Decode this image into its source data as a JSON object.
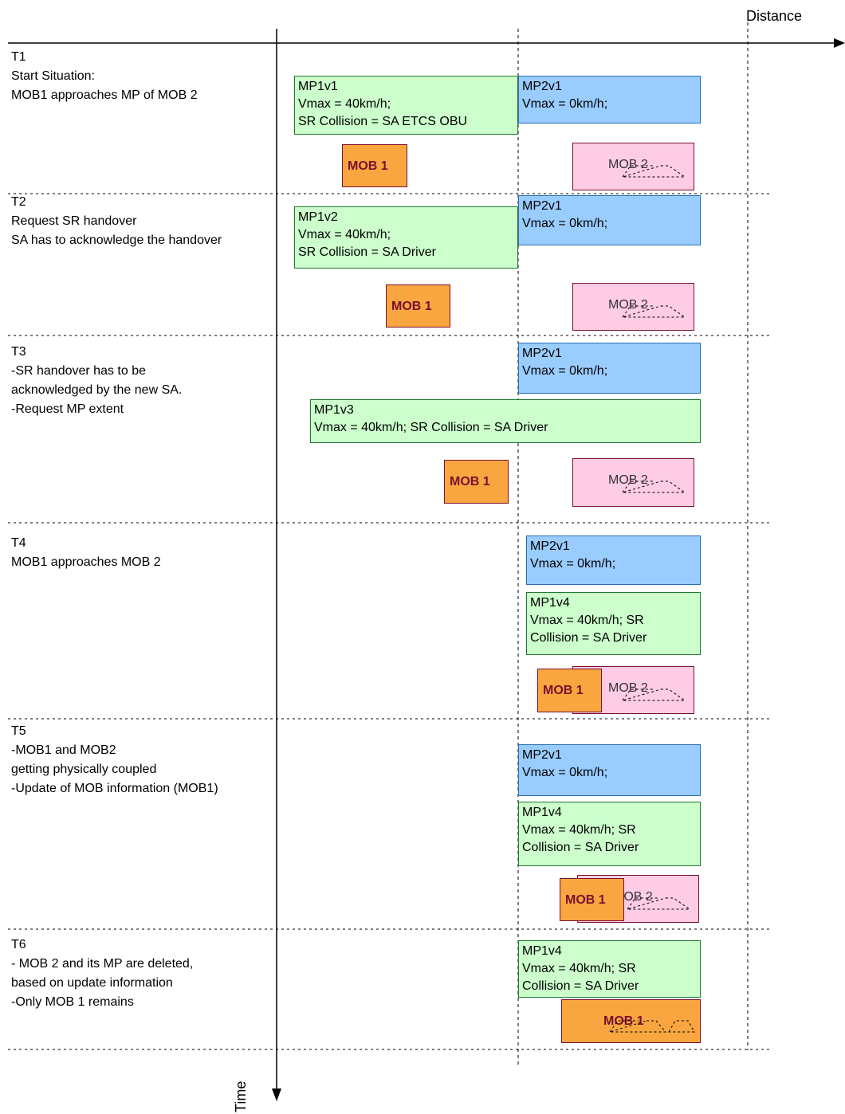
{
  "axes": {
    "distance_label": "Distance",
    "time_label": "Time"
  },
  "phases": [
    {
      "id": "T1",
      "text": "Start Situation:\nMOB1 approaches MP of MOB 2"
    },
    {
      "id": "T2",
      "text": "Request SR handover\nSA has to acknowledge the handover"
    },
    {
      "id": "T3",
      "text": "-SR handover has to be\nacknowledged by the new SA.\n-Request MP extent"
    },
    {
      "id": "T4",
      "text": "MOB1 approaches MOB 2"
    },
    {
      "id": "T5",
      "text": "-MOB1 and MOB2\ngetting physically coupled\n-Update of MOB information (MOB1)"
    },
    {
      "id": "T6",
      "text": "- MOB 2 and its MP are deleted,\nbased on update information\n-Only MOB 1 remains"
    }
  ],
  "mps": [
    {
      "text": "MP1v1\nVmax = 40km/h;\nSR Collision = SA ETCS OBU"
    },
    {
      "text": "MP2v1\nVmax = 0km/h;"
    },
    {
      "text": "MP1v2\nVmax = 40km/h;\nSR Collision = SA Driver"
    },
    {
      "text": "MP2v1\nVmax = 0km/h;"
    },
    {
      "text": "MP2v1\nVmax = 0km/h;"
    },
    {
      "text": "MP1v3\nVmax = 40km/h; SR Collision = SA Driver"
    },
    {
      "text": "MP2v1\nVmax = 0km/h;"
    },
    {
      "text": "MP1v4\nVmax = 40km/h; SR\nCollision = SA Driver"
    },
    {
      "text": "MP2v1\nVmax = 0km/h;"
    },
    {
      "text": "MP1v4\nVmax = 40km/h; SR\nCollision = SA Driver"
    },
    {
      "text": "MP1v4\nVmax = 40km/h; SR\nCollision = SA Driver"
    }
  ],
  "mobs": [
    {
      "label": "MOB 1"
    },
    {
      "label": "MOB 2"
    },
    {
      "label": "MOB 1"
    },
    {
      "label": "MOB 2"
    },
    {
      "label": "MOB 1"
    },
    {
      "label": "MOB 2"
    },
    {
      "label": "MOB 2"
    },
    {
      "label": "MOB 1"
    },
    {
      "label": "MOB 2"
    },
    {
      "label": "MOB 1"
    },
    {
      "label": "MOB 1"
    }
  ],
  "colors": {
    "mp_green": "#ccffcc",
    "mp_blue": "#99ccff",
    "mob_orange": "#f9a640",
    "mob_pink": "#ffcce6"
  }
}
